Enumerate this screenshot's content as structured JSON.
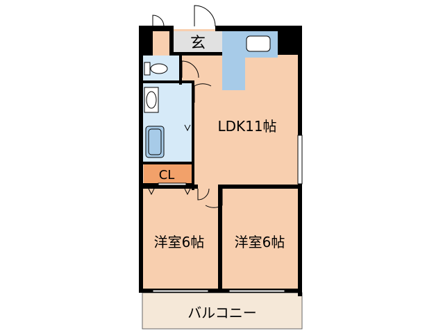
{
  "floorplan": {
    "colors": {
      "wall": "#000000",
      "room": "#f8cfaf",
      "wet": "#d6eaf8",
      "fixture": "#a7cbe8",
      "closet": "#f2a16a",
      "entrance": "#e1e1e1",
      "balcony": "#f5e8d8"
    },
    "rooms": {
      "entrance": "玄",
      "ldk": "LDK11帖",
      "closet": "CL",
      "western_left": "洋室6帖",
      "western_right": "洋室6帖",
      "balcony": "バルコニー"
    },
    "fixtures": [
      "toilet-icon",
      "washbasin-icon",
      "bathtub-icon",
      "kitchen-sink-icon",
      "fridge-icon"
    ]
  }
}
